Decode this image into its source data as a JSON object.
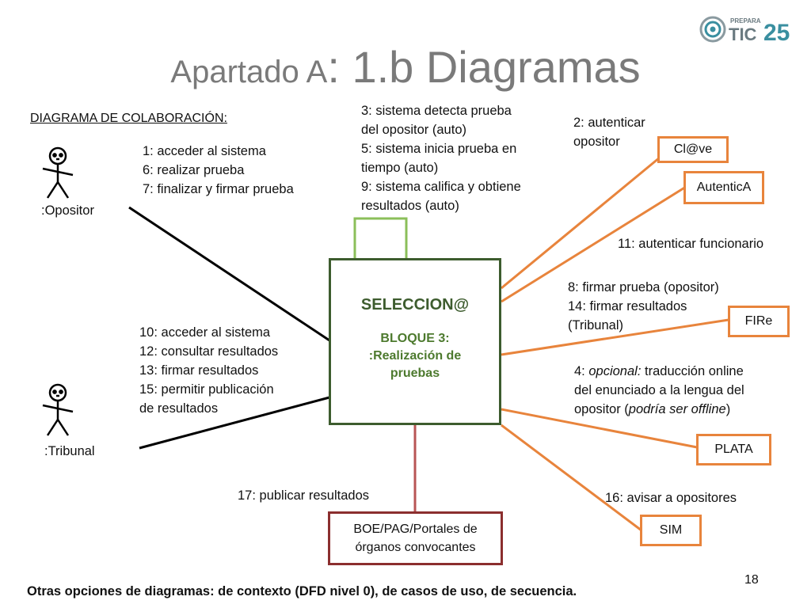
{
  "title": {
    "prefix": "Apartado A",
    "suffix": ": 1.b Diagramas"
  },
  "logo": {
    "top": "PREPARA",
    "main": "TIC",
    "num": "25"
  },
  "subheading": "DIAGRAMA DE COLABORACIÓN:",
  "actors": {
    "opositor": ":Opositor",
    "tribunal": ":Tribunal"
  },
  "central": {
    "name": "SELECCION@",
    "block_line1": "BLOQUE 3:",
    "block_line2": ":Realización de",
    "block_line3": "pruebas"
  },
  "systems": {
    "clave": "Cl@ve",
    "autentica": "AutenticA",
    "fire": "FIRe",
    "plata": "PLATA",
    "sim": "SIM",
    "boe_line1": "BOE/PAG/Portales de",
    "boe_line2": "órganos convocantes"
  },
  "messages": {
    "opositor": [
      "1: acceder al sistema",
      "6: realizar prueba",
      "7: finalizar y firmar prueba"
    ],
    "auto": [
      "3: sistema detecta prueba",
      "del opositor (auto)",
      "5: sistema inicia prueba en",
      "tiempo (auto)",
      "9: sistema califica y obtiene",
      "resultados (auto)"
    ],
    "clave": [
      "2: autenticar",
      "opositor"
    ],
    "autentica": "11: autenticar funcionario",
    "fire": [
      "8: firmar prueba (opositor)",
      "14: firmar resultados",
      "(Tribunal)"
    ],
    "tribunal": [
      "10: acceder al sistema",
      "12: consultar resultados",
      "13: firmar resultados",
      "15: permitir publicación",
      "de resultados"
    ],
    "plata": {
      "num": "4:",
      "opt": "opcional:",
      "rest1": "traducción online",
      "line2": "del enunciado a la lengua del",
      "line3_a": "opositor (",
      "line3_em": "podría ser offline",
      "line3_b": ")"
    },
    "boe": "17: publicar resultados",
    "sim": "16: avisar a opositores"
  },
  "footer": "Otras opciones de diagramas: de contexto (DFD nivel 0), de casos de uso, de secuencia.",
  "page_number": "18",
  "colors": {
    "orange": "#e8843c",
    "green_border": "#3d5c2e",
    "green_text": "#4d7a2e",
    "green_loop": "#8bbf5a",
    "dark_red": "#8b2e2e",
    "boe_line": "#b85555",
    "title_gray": "#7a7a7a",
    "logo_teal": "#3a8fa0"
  }
}
